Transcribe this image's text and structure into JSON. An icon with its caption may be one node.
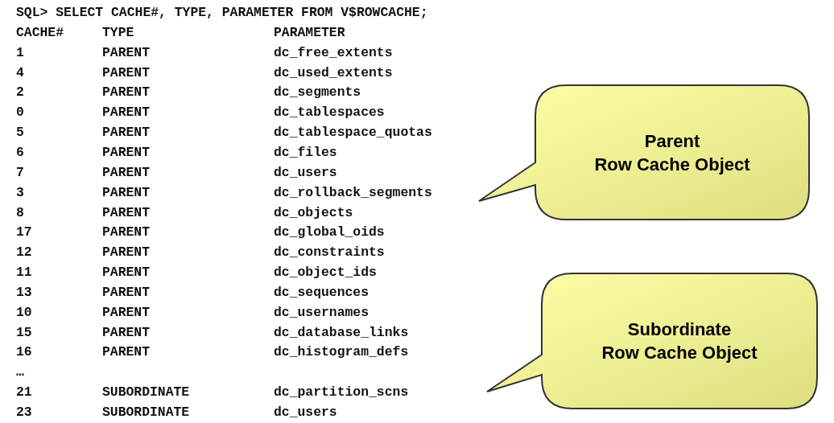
{
  "diagram": {
    "nodes": [
      {
        "text": [
          "Parent Row Cache Object"
        ]
      },
      {
        "text": [
          "Subordinate Row Cache Object"
        ]
      }
    ],
    "labels": [
      "SQL> SELECT CACHE#, TYPE, PARAMETER FROM V$ROWCACHE;",
      "CACHE#",
      "TYPE",
      "PARAMETER",
      "1",
      "PARENT",
      "dc_free_extents",
      "4",
      "PARENT",
      "dc_used_extents",
      "2",
      "PARENT",
      "dc_segments",
      "0",
      "PARENT",
      "dc_tablespaces",
      "5",
      "PARENT",
      "dc_tablespace_quotas",
      "6",
      "PARENT",
      "dc_files",
      "7",
      "PARENT",
      "dc_users",
      "3",
      "PARENT",
      "dc_rollback_segments",
      "8",
      "PARENT",
      "dc_objects",
      "17",
      "PARENT",
      "dc_global_oids",
      "12",
      "PARENT",
      "dc_constraints",
      "11",
      "PARENT",
      "dc_object_ids",
      "13",
      "PARENT",
      "dc_sequences",
      "10",
      "PARENT",
      "dc_usernames",
      "15",
      "PARENT",
      "dc_database_links",
      "16",
      "PARENT",
      "dc_histogram_defs",
      "…",
      "21",
      "SUBORDINATE",
      "dc_partition_scns",
      "23",
      "SUBORDINATE",
      "dc_users"
    ]
  }
}
